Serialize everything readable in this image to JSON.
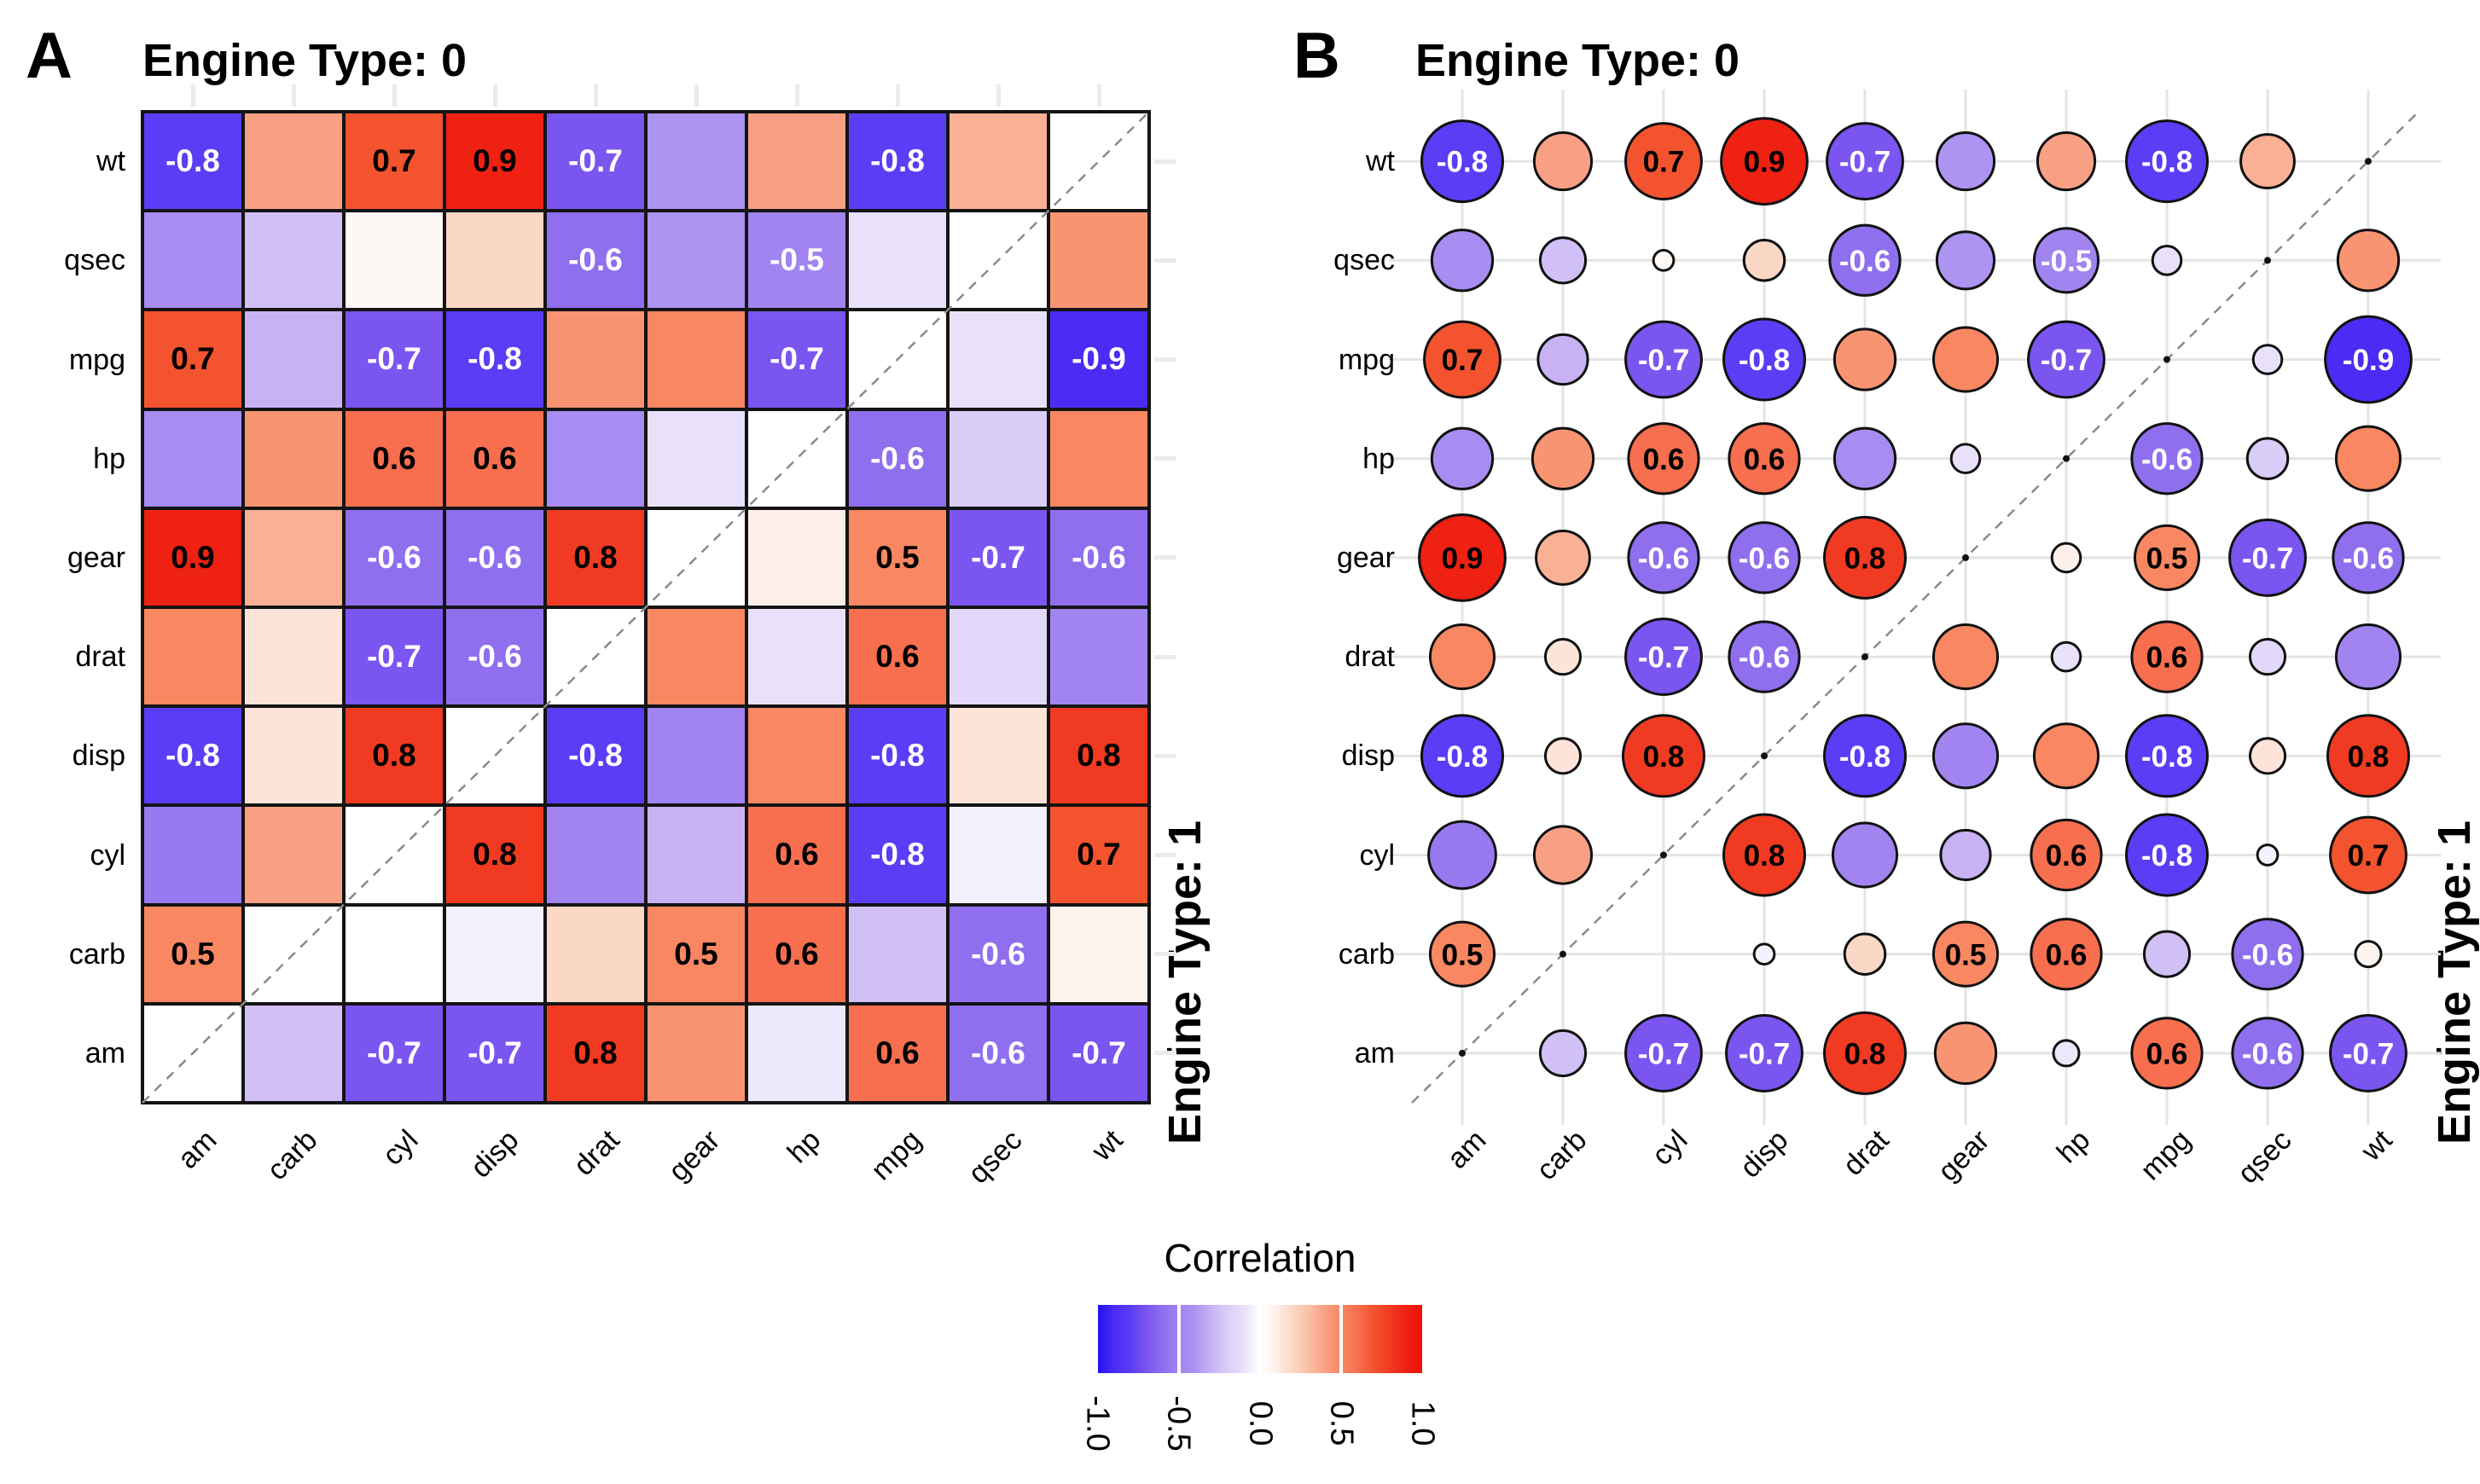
{
  "panels": {
    "a": {
      "letter": "A",
      "title": "Engine Type: 0",
      "right_label": "Engine Type: 1"
    },
    "b": {
      "letter": "B",
      "title": "Engine Type: 0",
      "right_label": "Engine Type: 1"
    }
  },
  "legend": {
    "title": "Correlation",
    "ticks": [
      "-1.0",
      "-0.5",
      "0.0",
      "0.5",
      "1.0"
    ]
  },
  "chart_data": {
    "type": "heatmap",
    "panel_a_style": "correlation matrix tiles",
    "panel_b_style": "correlation matrix circles, circle size = |r|",
    "facet_upper_left_triangle": "Engine Type: 0",
    "facet_lower_right_triangle": "Engine Type: 1",
    "columns": [
      "am",
      "carb",
      "cyl",
      "disp",
      "drat",
      "gear",
      "hp",
      "mpg",
      "qsec",
      "wt"
    ],
    "rows_top_to_bottom": [
      "wt",
      "qsec",
      "mpg",
      "hp",
      "gear",
      "drat",
      "disp",
      "cyl",
      "carb",
      "am"
    ],
    "values": [
      [
        -0.8,
        0.4,
        0.7,
        0.9,
        -0.7,
        -0.4,
        0.4,
        -0.8,
        0.35,
        null
      ],
      [
        -0.45,
        -0.25,
        0.05,
        0.2,
        -0.6,
        -0.4,
        -0.5,
        -0.1,
        null,
        0.45
      ],
      [
        0.7,
        -0.3,
        -0.7,
        -0.8,
        0.45,
        0.5,
        -0.7,
        null,
        -0.1,
        -0.9
      ],
      [
        -0.45,
        0.45,
        0.6,
        0.6,
        -0.45,
        -0.1,
        null,
        -0.6,
        -0.2,
        0.5
      ],
      [
        0.9,
        0.35,
        -0.6,
        -0.6,
        0.8,
        null,
        0.1,
        0.5,
        -0.7,
        -0.6
      ],
      [
        0.5,
        0.15,
        -0.7,
        -0.6,
        null,
        0.5,
        -0.1,
        0.6,
        -0.15,
        -0.5
      ],
      [
        -0.8,
        0.15,
        0.8,
        null,
        -0.8,
        -0.5,
        0.5,
        -0.8,
        0.15,
        0.8
      ],
      [
        -0.55,
        0.4,
        null,
        0.8,
        -0.5,
        -0.3,
        0.6,
        -0.8,
        -0.05,
        0.7
      ],
      [
        0.5,
        null,
        0.0,
        -0.05,
        0.2,
        0.5,
        0.6,
        -0.25,
        -0.6,
        0.08
      ],
      [
        null,
        -0.25,
        -0.7,
        -0.7,
        0.8,
        0.45,
        -0.08,
        0.6,
        -0.6,
        -0.7
      ]
    ],
    "labels": [
      [
        "-0.8",
        "",
        "0.7",
        "0.9",
        "-0.7",
        "",
        "",
        "-0.8",
        "",
        ""
      ],
      [
        "",
        "",
        "",
        "",
        "-0.6",
        "",
        "-0.5",
        "",
        "",
        ""
      ],
      [
        "0.7",
        "",
        "-0.7",
        "-0.8",
        "",
        "",
        "-0.7",
        "",
        "",
        "-0.9"
      ],
      [
        "",
        "",
        "0.6",
        "0.6",
        "",
        "",
        "",
        "-0.6",
        "",
        ""
      ],
      [
        "0.9",
        "",
        "-0.6",
        "-0.6",
        "0.8",
        "",
        "",
        "0.5",
        "-0.7",
        "-0.6"
      ],
      [
        "",
        "",
        "-0.7",
        "-0.6",
        "",
        "",
        "",
        "0.6",
        "",
        ""
      ],
      [
        "-0.8",
        "",
        "0.8",
        "",
        "-0.8",
        "",
        "",
        "-0.8",
        "",
        "0.8"
      ],
      [
        "",
        "",
        "",
        "0.8",
        "",
        "",
        "0.6",
        "-0.8",
        "",
        "0.7"
      ],
      [
        "0.5",
        "",
        "",
        "",
        "",
        "0.5",
        "0.6",
        "",
        "-0.6",
        ""
      ],
      [
        "",
        "",
        "-0.7",
        "-0.7",
        "0.8",
        "",
        "",
        "0.6",
        "-0.6",
        "-0.7"
      ]
    ],
    "color_scale": {
      "title": "Correlation",
      "domain": [
        -1,
        1
      ],
      "ticks": [
        -1.0,
        -0.5,
        0.0,
        0.5,
        1.0
      ],
      "stops": [
        {
          "v": -1.0,
          "c": "#2112EE"
        },
        {
          "v": -0.9,
          "c": "#4C2BF4"
        },
        {
          "v": -0.8,
          "c": "#5B3DF5"
        },
        {
          "v": -0.7,
          "c": "#7B55F0"
        },
        {
          "v": -0.6,
          "c": "#8F6FEE"
        },
        {
          "v": -0.5,
          "c": "#A184F0"
        },
        {
          "v": -0.4,
          "c": "#AD93F2"
        },
        {
          "v": -0.3,
          "c": "#C8B2F4"
        },
        {
          "v": -0.2,
          "c": "#DACEF8"
        },
        {
          "v": -0.1,
          "c": "#E9E1FA"
        },
        {
          "v": 0.0,
          "c": "#FFFFFF"
        },
        {
          "v": 0.1,
          "c": "#FDF0EA"
        },
        {
          "v": 0.2,
          "c": "#FBD8C5"
        },
        {
          "v": 0.3,
          "c": "#FAC0A5"
        },
        {
          "v": 0.4,
          "c": "#F9A084"
        },
        {
          "v": 0.5,
          "c": "#F88762"
        },
        {
          "v": 0.6,
          "c": "#F76F4E"
        },
        {
          "v": 0.7,
          "c": "#F4532F"
        },
        {
          "v": 0.8,
          "c": "#F03B22"
        },
        {
          "v": 0.9,
          "c": "#EE2113"
        },
        {
          "v": 1.0,
          "c": "#ED1105"
        }
      ]
    },
    "grid": true,
    "diagonal": "blank cells crossed by dashed line"
  },
  "colors": {
    "tile_border": "#141414",
    "grid_line": "#E4E4E4",
    "dash_line": "#8A8A8A",
    "tick_stub": "#EBEBEB",
    "label_positive": "#000000",
    "label_negative": "#FFFFFF",
    "circle_stroke": "#111111"
  }
}
